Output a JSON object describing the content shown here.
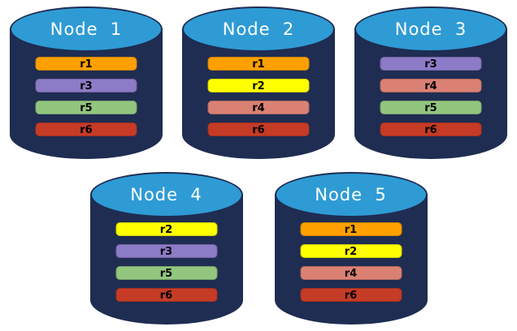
{
  "diagram": {
    "description": "Database nodes with replica placement",
    "palette": {
      "cylinder_body": "#1F2D52",
      "cylinder_top": "#2E9BD5",
      "title_text": "#FFFFFF",
      "bar_text": "#000000",
      "background": "#FFFFFF",
      "replica_colors": {
        "r1": "#FFA000",
        "r2": "#FFFF00",
        "r3": "#8C7BC6",
        "r4": "#DA8174",
        "r5": "#92C67E",
        "r6": "#C53B26"
      }
    },
    "nodes": [
      {
        "name": "Node  1",
        "replicas": [
          {
            "label": "r1",
            "color": "#FFA000"
          },
          {
            "label": "r3",
            "color": "#8C7BC6"
          },
          {
            "label": "r5",
            "color": "#92C67E"
          },
          {
            "label": "r6",
            "color": "#C53B26"
          }
        ]
      },
      {
        "name": "Node  2",
        "replicas": [
          {
            "label": "r1",
            "color": "#FFA000"
          },
          {
            "label": "r2",
            "color": "#FFFF00"
          },
          {
            "label": "r4",
            "color": "#DA8174"
          },
          {
            "label": "r6",
            "color": "#C53B26"
          }
        ]
      },
      {
        "name": "Node  3",
        "replicas": [
          {
            "label": "r3",
            "color": "#8C7BC6"
          },
          {
            "label": "r4",
            "color": "#DA8174"
          },
          {
            "label": "r5",
            "color": "#92C67E"
          },
          {
            "label": "r6",
            "color": "#C53B26"
          }
        ]
      },
      {
        "name": "Node  4",
        "replicas": [
          {
            "label": "r2",
            "color": "#FFFF00"
          },
          {
            "label": "r3",
            "color": "#8C7BC6"
          },
          {
            "label": "r5",
            "color": "#92C67E"
          },
          {
            "label": "r6",
            "color": "#C53B26"
          }
        ]
      },
      {
        "name": "Node  5",
        "replicas": [
          {
            "label": "r1",
            "color": "#FFA000"
          },
          {
            "label": "r2",
            "color": "#FFFF00"
          },
          {
            "label": "r4",
            "color": "#DA8174"
          },
          {
            "label": "r6",
            "color": "#C53B26"
          }
        ]
      }
    ]
  }
}
